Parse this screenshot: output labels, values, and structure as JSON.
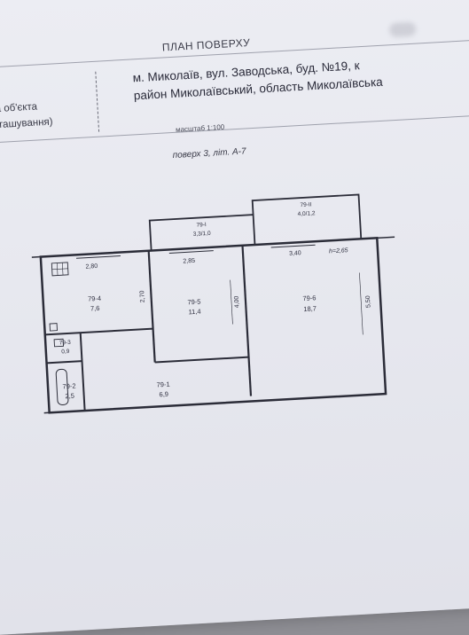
{
  "header": {
    "title": "ПЛАН ПОВЕРХУ",
    "address_line1": "м. Миколаїв, вул. Заводська, буд. №19, к",
    "address_line2": "район Миколаївський, область Миколаївська",
    "label_line1": "дреса об'єкта",
    "label_line2": "е розташування)",
    "scale": "масштаб 1:100",
    "floor": "поверх 3,  літ. А-7"
  },
  "plan": {
    "rooms": [
      {
        "id": "79-4",
        "area": "7,6"
      },
      {
        "id": "79-5",
        "area": "11,4"
      },
      {
        "id": "79-6",
        "area": "18,7"
      },
      {
        "id": "79-1",
        "area": "6,9"
      },
      {
        "id": "79-2",
        "area": "2,5"
      },
      {
        "id": "79-3",
        "area": "0,9"
      },
      {
        "id": "79-I",
        "area": "3,3/1,0"
      },
      {
        "id": "79-II",
        "area": "4,0/1,2"
      }
    ],
    "dimensions": [
      "2,80",
      "2,85",
      "3,40",
      "h=2,65",
      "2,70",
      "4,00",
      "5,50"
    ]
  }
}
